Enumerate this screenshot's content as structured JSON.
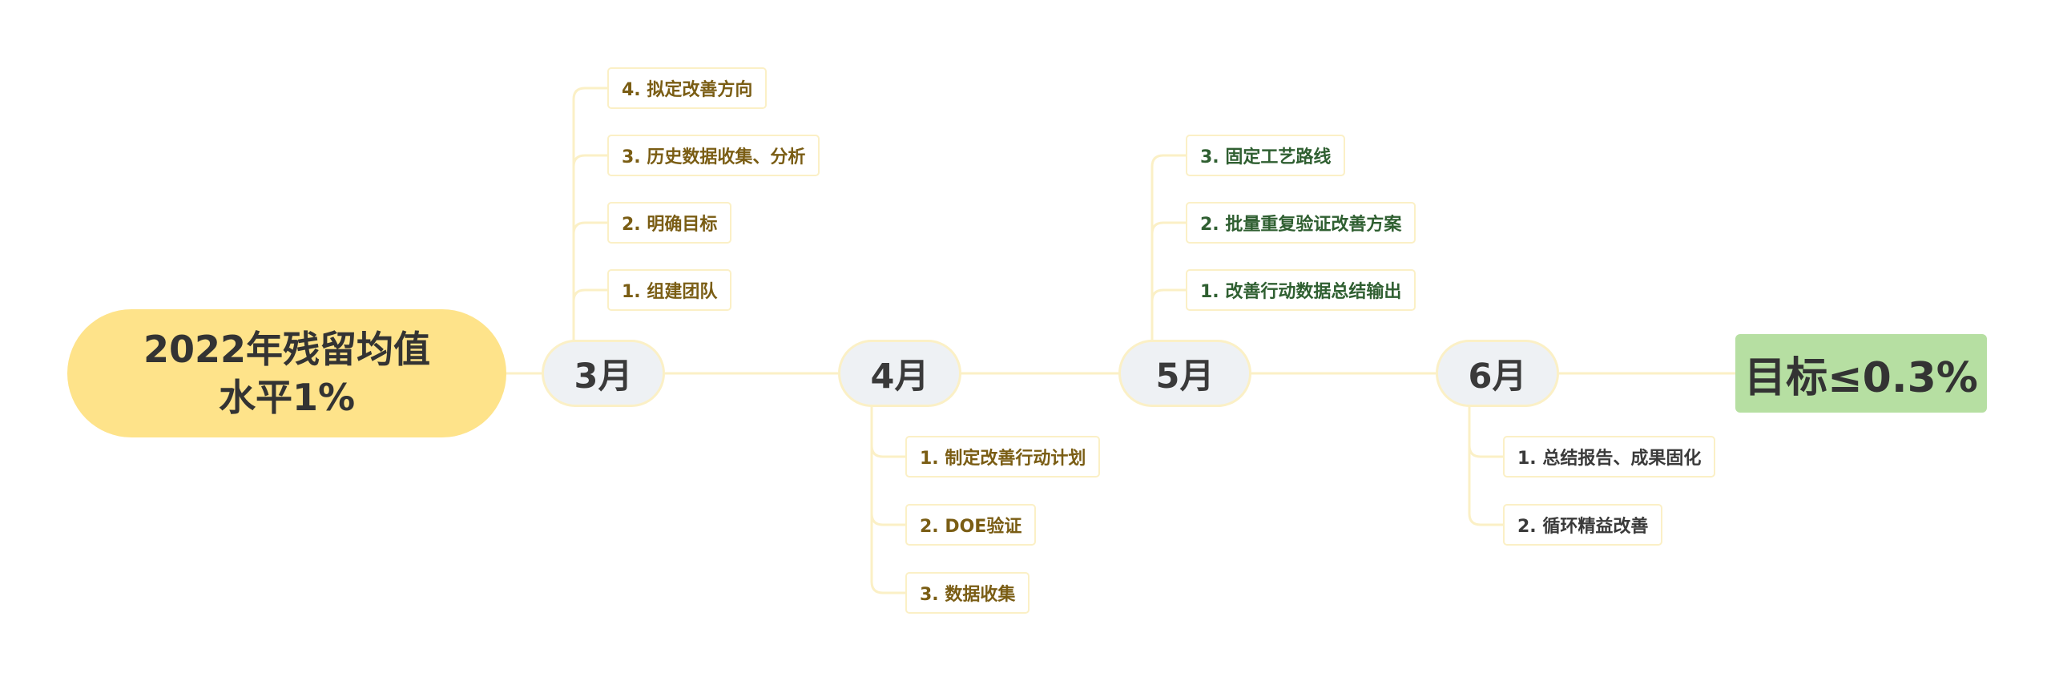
{
  "root": {
    "line1": "2022年残留均值",
    "line2": "水平1%"
  },
  "months": [
    {
      "label": "3月"
    },
    {
      "label": "4月"
    },
    {
      "label": "5月"
    },
    {
      "label": "6月"
    }
  ],
  "goal": {
    "label": "目标≤0.3%"
  },
  "march_items": [
    "4. 拟定改善方向",
    "3. 历史数据收集、分析",
    "2. 明确目标",
    "1. 组建团队"
  ],
  "april_items": [
    "1. 制定改善行动计划",
    "2. DOE验证",
    "3. 数据收集"
  ],
  "may_items": [
    "3. 固定工艺路线",
    "2. 批量重复验证改善方案",
    "1. 改善行动数据总结输出"
  ],
  "june_items": [
    "1. 总结报告、成果固化",
    "2. 循环精益改善"
  ],
  "colors": {
    "root_fill": "#fee38a",
    "month_fill": "#eef1f4",
    "goal_fill": "#b6dfa2",
    "connector": "#fbf0c6"
  }
}
